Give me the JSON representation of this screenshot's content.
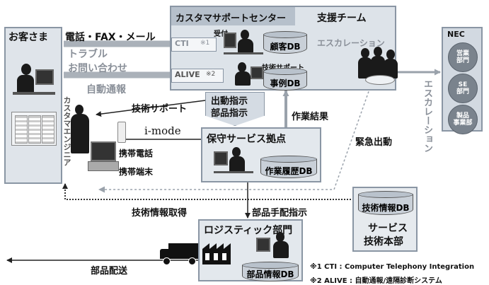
{
  "customer": {
    "title": "お客さま"
  },
  "channels": {
    "phone_fax_mail": "電話・FAX・メール",
    "trouble": "トラブル",
    "inquiry": "お問い合わせ",
    "auto_report": "自動通報",
    "cti_tag": "CTI",
    "cti_note": "※1",
    "alive_tag": "ALIVE",
    "alive_note": "※2"
  },
  "support_center": {
    "title": "カスタマサポートセンター",
    "team": "支援チーム",
    "reception": "受付",
    "tech_support": "技術サポート",
    "customer_db": "顧客DB",
    "case_db": "事例DB",
    "escalation": "エスカレーション"
  },
  "nec": {
    "title": "NEC",
    "units": [
      "営業\n部門",
      "SE\n部門",
      "製品\n事業部"
    ],
    "escalation": "エスカレーション"
  },
  "engineer": {
    "label": "カスタマエンジニア",
    "phone": "携帯電話",
    "terminal": "携帯端末",
    "imode": "i-mode",
    "tech_support": "技術サポート"
  },
  "dispatch": {
    "line1": "出動指示",
    "line2": "部品指示",
    "result": "作業結果",
    "emergency": "緊急出動"
  },
  "maintenance": {
    "title": "保守サービス拠点",
    "db": "作業履歴DB"
  },
  "service_hq": {
    "db": "技術情報DB",
    "title_line1": "サービス",
    "title_line2": "技術本部"
  },
  "flows": {
    "tech_info": "技術情報取得",
    "parts_order": "部品手配指示",
    "parts_delivery": "部品配送"
  },
  "logistics": {
    "title": "ロジスティック部門",
    "db": "部品情報DB"
  },
  "notes": {
    "note1": "※1 CTI : Computer Telephony Integration",
    "note2": "※2 ALIVE : 自動通報/遠隔診断システム"
  }
}
